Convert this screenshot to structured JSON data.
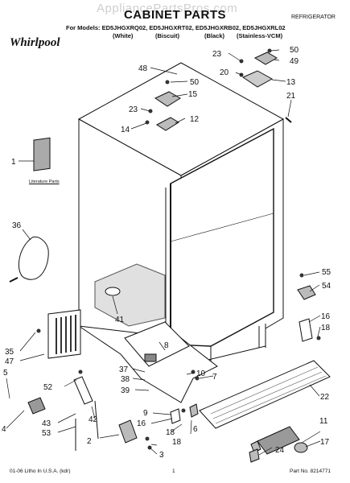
{
  "watermark": "AppliancePartsPros.com",
  "title": "CABINET PARTS",
  "category": "REFRIGERATOR",
  "models_label": "For Models: ED5JHGXRQ02, ED5JHGXRT02, ED5JHGXRB02, ED5JHGXRL02",
  "colors": [
    "(White)",
    "(Biscuit)",
    "(Black)",
    "(Stainless-VCM)"
  ],
  "brand": "Whirlpool",
  "literature_label": "Literature Parts",
  "callouts": [
    {
      "id": "c1",
      "label": "1"
    },
    {
      "id": "c2",
      "label": "2"
    },
    {
      "id": "c3",
      "label": "3"
    },
    {
      "id": "c4",
      "label": "4"
    },
    {
      "id": "c5",
      "label": "5"
    },
    {
      "id": "c6",
      "label": "6"
    },
    {
      "id": "c7",
      "label": "7"
    },
    {
      "id": "c8",
      "label": "8"
    },
    {
      "id": "c9",
      "label": "9"
    },
    {
      "id": "c10",
      "label": "10"
    },
    {
      "id": "c11",
      "label": "11"
    },
    {
      "id": "c12",
      "label": "12"
    },
    {
      "id": "c13",
      "label": "13"
    },
    {
      "id": "c14",
      "label": "14"
    },
    {
      "id": "c15",
      "label": "15"
    },
    {
      "id": "c16",
      "label": "16"
    },
    {
      "id": "c16b",
      "label": "16"
    },
    {
      "id": "c17",
      "label": "17"
    },
    {
      "id": "c18",
      "label": "18"
    },
    {
      "id": "c18b",
      "label": "18"
    },
    {
      "id": "c20",
      "label": "20"
    },
    {
      "id": "c21",
      "label": "21"
    },
    {
      "id": "c22",
      "label": "22"
    },
    {
      "id": "c23",
      "label": "23"
    },
    {
      "id": "c23b",
      "label": "23"
    },
    {
      "id": "c24",
      "label": "24"
    },
    {
      "id": "c35",
      "label": "35"
    },
    {
      "id": "c36",
      "label": "36"
    },
    {
      "id": "c37",
      "label": "37"
    },
    {
      "id": "c41",
      "label": "41"
    },
    {
      "id": "c42",
      "label": "42"
    },
    {
      "id": "c43",
      "label": "43"
    },
    {
      "id": "c47",
      "label": "47"
    },
    {
      "id": "c48",
      "label": "48"
    },
    {
      "id": "c49",
      "label": "49"
    },
    {
      "id": "c50",
      "label": "50"
    },
    {
      "id": "c50b",
      "label": "50"
    },
    {
      "id": "c52",
      "label": "52"
    },
    {
      "id": "c53",
      "label": "53"
    },
    {
      "id": "c54",
      "label": "54"
    },
    {
      "id": "c55",
      "label": "55"
    }
  ],
  "footer": {
    "left": "01-06 Litho In U.S.A. (kdr)",
    "center": "1",
    "right": "Part No. 8214771"
  }
}
